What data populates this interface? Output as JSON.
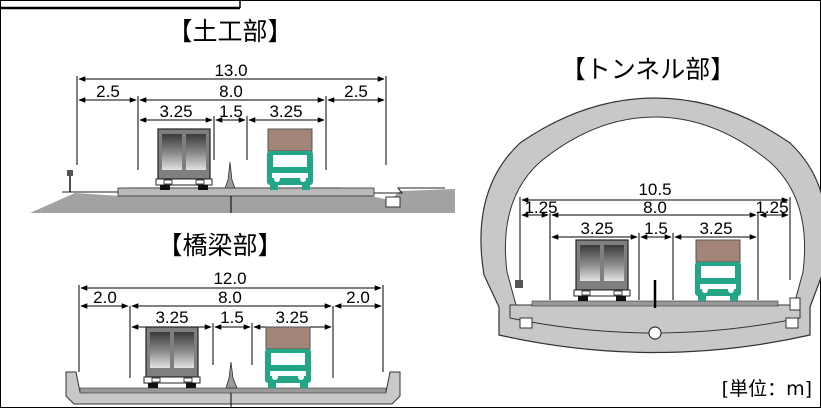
{
  "sections": {
    "earthwork": {
      "title": "【土工部】",
      "dims": {
        "total": "13.0",
        "shoulder_left": "2.5",
        "carriageway": "8.0",
        "shoulder_right": "2.5",
        "lane_left": "3.25",
        "median": "1.5",
        "lane_right": "3.25"
      }
    },
    "bridge": {
      "title": "【橋梁部】",
      "dims": {
        "total": "12.0",
        "shoulder_left": "2.0",
        "carriageway": "8.0",
        "shoulder_right": "2.0",
        "lane_left": "3.25",
        "median": "1.5",
        "lane_right": "3.25"
      }
    },
    "tunnel": {
      "title": "【トンネル部】",
      "dims": {
        "total": "10.5",
        "shoulder_left": "1.25",
        "carriageway": "8.0",
        "shoulder_right": "1.25",
        "lane_left": "3.25",
        "median": "1.5",
        "lane_right": "3.25"
      }
    }
  },
  "unit_label": "[単位：m]",
  "colors": {
    "truck_body": "#a38478",
    "truck_cab": "#22a687",
    "road": "#9a9a9a",
    "structure": "#c8c8c8",
    "ground": "#a2a2a2"
  }
}
